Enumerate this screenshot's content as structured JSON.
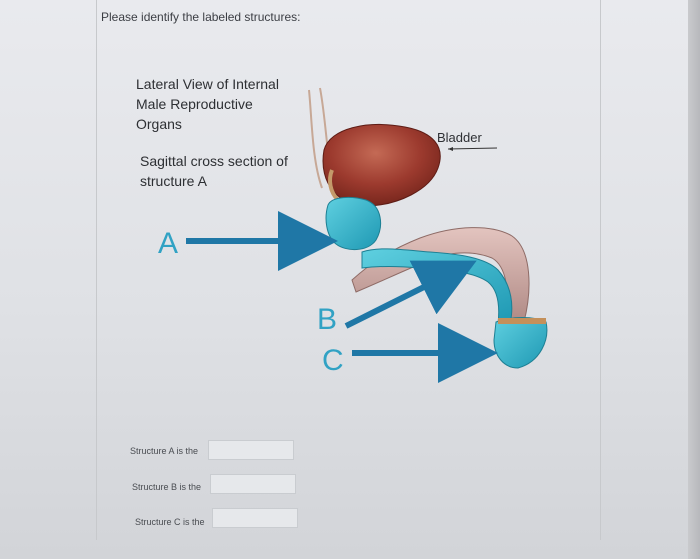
{
  "question": {
    "prompt": "Please identify the labeled structures:"
  },
  "figure": {
    "title_lines": [
      "Lateral View of Internal",
      "Male Reproductive",
      "Organs"
    ],
    "subtitle_lines": [
      "Sagittal cross section of",
      "structure  A"
    ],
    "bladder_label": "Bladder",
    "letters": {
      "a": "A",
      "b": "B",
      "c": "C"
    },
    "colors": {
      "arrow": "#1f77a6",
      "structure_teal": "#34b6cc",
      "bladder_red": "#9c3a2e",
      "tube_pink": "#c9a5a0"
    }
  },
  "answers": [
    {
      "label": "Structure A is the",
      "value": ""
    },
    {
      "label": "Structure B is the",
      "value": ""
    },
    {
      "label": "Structure C is the",
      "value": ""
    }
  ]
}
